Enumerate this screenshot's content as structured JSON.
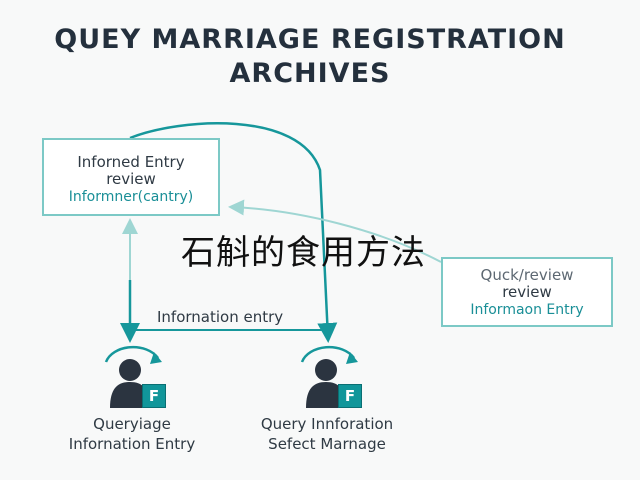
{
  "title": {
    "line1": "QUEY MARRIAGE REGISTRATION",
    "line2": "ARCHIVES"
  },
  "box_informed": {
    "line1": "Inforned Entry",
    "line2": "review",
    "line3": "Informner(cantry)"
  },
  "box_quick": {
    "line1": "Quck/review",
    "line2": "review",
    "line3": "Informaon Entry"
  },
  "flow_label": "Infornation entry",
  "overlay_text": "石斛的食用方法",
  "actors": [
    {
      "badge": "F",
      "caption_line1": "Queryiage",
      "caption_line2": "Infornation Entry"
    },
    {
      "badge": "F",
      "caption_line1": "Query Innforation",
      "caption_line2": "Sefect Marnage"
    }
  ],
  "colors": {
    "accent": "#11969a",
    "box_border": "#7cc9c6",
    "title": "#24303d"
  }
}
